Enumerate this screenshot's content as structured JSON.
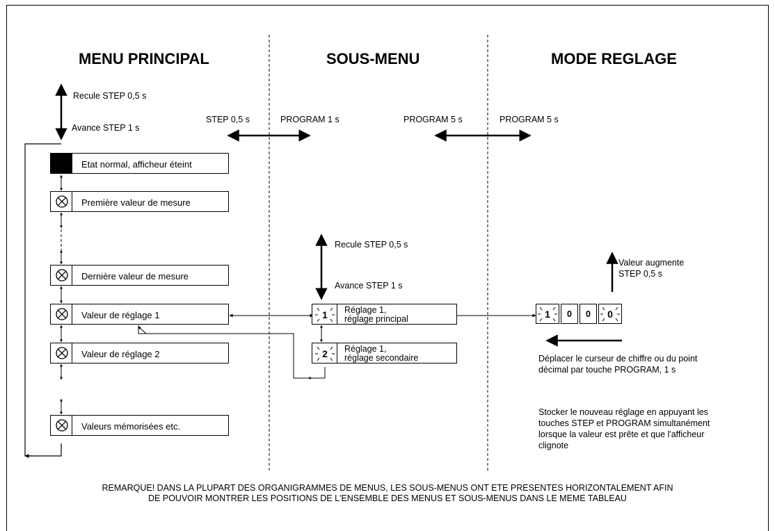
{
  "headers": {
    "main": "MENU PRINCIPAL",
    "sub": "SOUS-MENU",
    "setting": "MODE REGLAGE"
  },
  "nav": {
    "main_up": "Recule STEP 0,5 s",
    "main_down": "Avance STEP 1 s",
    "step_left": "STEP 0,5 s",
    "program_right_1": "PROGRAM 1 s",
    "program_left_5": "PROGRAM 5 s",
    "program_right_5": "PROGRAM 5 s",
    "sub_up": "Recule STEP 0,5 s",
    "sub_down": "Avance STEP 1 s"
  },
  "main_menu": [
    {
      "label": "Etat normal, afficheur éteint",
      "icon": "display-off-icon"
    },
    {
      "label": "Première valeur de mesure",
      "icon": "lamp-icon"
    },
    {
      "label": "Dernière valeur de mesure",
      "icon": "lamp-icon"
    },
    {
      "label": "Valeur de réglage 1",
      "icon": "lamp-icon"
    },
    {
      "label": "Valeur de réglage 2",
      "icon": "lamp-icon"
    },
    {
      "label": "Valeurs mémorisées etc.",
      "icon": "lamp-icon"
    }
  ],
  "sub_menu": [
    {
      "digit": "1",
      "line1": "Réglage 1,",
      "line2": "réglage principal"
    },
    {
      "digit": "2",
      "line1": "Réglage 1,",
      "line2": "réglage secondaire"
    }
  ],
  "setting_mode": {
    "digits": [
      "1",
      "0",
      "0",
      "0"
    ],
    "increase_1": "Valeur augmente",
    "increase_2": "STEP 0,5 s",
    "cursor_1": "Déplacer le curseur de chiffre ou du point",
    "cursor_2": "décimal par touche PROGRAM, 1 s",
    "store_1": "Stocker le nouveau réglage en appuyant les",
    "store_2": "touches STEP et PROGRAM simultanément",
    "store_3": "lorsque la valeur est prête et que l'afficheur",
    "store_4": "clignote"
  },
  "note": {
    "line1": "REMARQUE! DANS LA PLUPART DES ORGANIGRAMMES DE MENUS, LES SOUS-MENUS ONT ETE PRESENTES HORIZONTALEMENT AFIN",
    "line2": "DE POUVOIR MONTRER LES POSITIONS DE L'ENSEMBLE DES MENUS ET SOUS-MENUS DANS LE MEME TABLEAU"
  }
}
